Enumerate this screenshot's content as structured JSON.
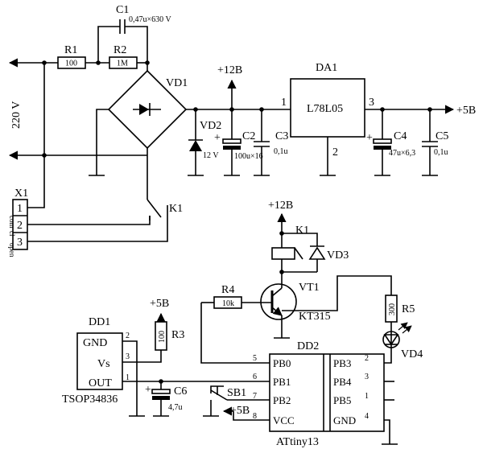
{
  "mains": {
    "label": "220 V"
  },
  "x1": {
    "ref": "X1",
    "pins": [
      "1",
      "2",
      "3"
    ],
    "labels": [
      "com",
      "cl",
      "open"
    ]
  },
  "c1": {
    "ref": "C1",
    "value": "0,47u×630 V"
  },
  "r1": {
    "ref": "R1",
    "value": "100"
  },
  "r2": {
    "ref": "R2",
    "value": "1M"
  },
  "vd1": {
    "ref": "VD1"
  },
  "vd2": {
    "ref": "VD2",
    "value": "12 V"
  },
  "k1_contact": {
    "ref": "K1"
  },
  "rail12_top": {
    "label": "+12B"
  },
  "c2": {
    "ref": "C2",
    "value": "100u×16"
  },
  "c3": {
    "ref": "C3",
    "value": "0,1u"
  },
  "da1": {
    "ref": "DA1",
    "part": "L78L05",
    "pin_in": "1",
    "pin_gnd": "2",
    "pin_out": "3"
  },
  "c4": {
    "ref": "C4",
    "value": "47u×6,3"
  },
  "c5": {
    "ref": "C5",
    "value": "0,1u"
  },
  "rail5_out": {
    "label": "+5B"
  },
  "rail12_relay": {
    "label": "+12B"
  },
  "k1_coil": {
    "ref": "K1"
  },
  "vd3": {
    "ref": "VD3"
  },
  "vt1": {
    "ref": "VT1",
    "part": "KT315"
  },
  "r4": {
    "ref": "R4",
    "value": "10k"
  },
  "r5": {
    "ref": "R5",
    "value": "300"
  },
  "vd4": {
    "ref": "VD4"
  },
  "dd1": {
    "ref": "DD1",
    "part": "TSOP34836",
    "pins": [
      "GND",
      "Vs",
      "OUT"
    ],
    "pin_nums": [
      "2",
      "3",
      "1"
    ]
  },
  "rail5_r3": {
    "label": "+5B"
  },
  "r3": {
    "ref": "R3",
    "value": "100"
  },
  "c6": {
    "ref": "C6",
    "value": "4,7u"
  },
  "sb1": {
    "ref": "SB1"
  },
  "rail5_vcc": {
    "label": "+5B"
  },
  "dd2": {
    "ref": "DD2",
    "part": "ATtiny13",
    "left_pins": [
      "PB0",
      "PB1",
      "PB2",
      "VCC"
    ],
    "left_nums": [
      "5",
      "6",
      "7",
      "8"
    ],
    "right_pins": [
      "PB3",
      "PB4",
      "PB5",
      "GND"
    ],
    "right_nums": [
      "2",
      "3",
      "1",
      "4"
    ]
  }
}
